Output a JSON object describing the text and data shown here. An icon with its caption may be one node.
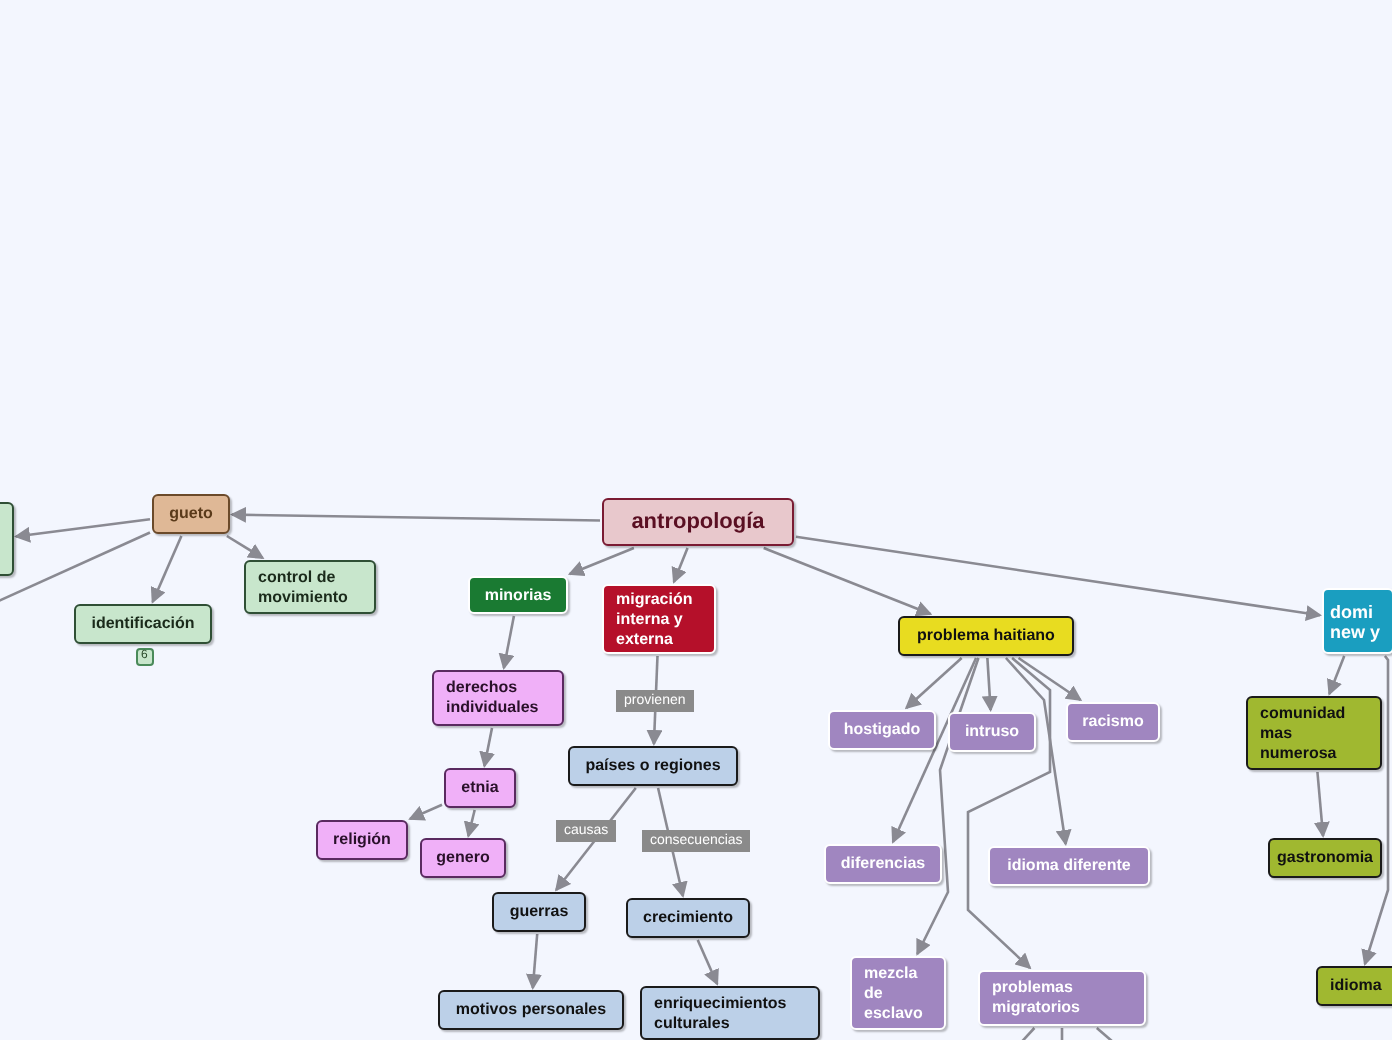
{
  "diagram": {
    "nodes": [
      {
        "text": [
          "antropología"
        ]
      },
      {
        "text": [
          "gueto"
        ]
      },
      {
        "text": [],
        "shape": "box"
      },
      {
        "text": [
          "identificación"
        ],
        "beside": [
          "6"
        ]
      },
      {
        "text": [
          "control de movimiento"
        ]
      },
      {
        "text": [
          "minorias"
        ]
      },
      {
        "text": [
          "migración interna y externa"
        ]
      },
      {
        "text": [
          "derechos individuales"
        ]
      },
      {
        "text": [
          "etnia"
        ]
      },
      {
        "text": [
          "religión"
        ]
      },
      {
        "text": [
          "genero"
        ]
      },
      {
        "text": [
          "países o regiones"
        ]
      },
      {
        "text": [
          "guerras"
        ]
      },
      {
        "text": [
          "crecimiento"
        ]
      },
      {
        "text": [
          "motivos personales"
        ]
      },
      {
        "text": [
          "enriquecimientos culturales"
        ]
      },
      {
        "text": [
          "problema haitiano"
        ]
      },
      {
        "text": [
          "hostigado"
        ]
      },
      {
        "text": [
          "intruso"
        ]
      },
      {
        "text": [
          "racismo"
        ]
      },
      {
        "text": [
          "diferencias"
        ]
      },
      {
        "text": [
          "idioma diferente"
        ]
      },
      {
        "text": [
          "mezcla de esclavo"
        ]
      },
      {
        "text": [
          "problemas migratorios"
        ]
      },
      {
        "text": [
          "domi new y"
        ]
      },
      {
        "text": [
          "comunidad mas numerosa"
        ]
      },
      {
        "text": [
          "gastronomia"
        ]
      },
      {
        "text": [
          "idioma"
        ]
      }
    ],
    "edges": [
      {
        "from": 0,
        "to": 1,
        "arrow": "to"
      },
      {
        "from": 1,
        "to": 2,
        "arrow": "to"
      },
      {
        "from": 1,
        "to": null,
        "arrow": "none"
      },
      {
        "from": 1,
        "to": 3,
        "arrow": "to"
      },
      {
        "from": 1,
        "to": 4,
        "arrow": "to"
      },
      {
        "from": 0,
        "to": 5,
        "arrow": "to"
      },
      {
        "from": 0,
        "to": 6,
        "arrow": "to"
      },
      {
        "from": 0,
        "to": 16,
        "arrow": "to"
      },
      {
        "from": 0,
        "to": 24,
        "arrow": "to"
      },
      {
        "from": 5,
        "to": 7,
        "arrow": "to"
      },
      {
        "from": 7,
        "to": 8,
        "arrow": "to"
      },
      {
        "from": 8,
        "to": 9,
        "arrow": "to"
      },
      {
        "from": 8,
        "to": 10,
        "arrow": "to"
      },
      {
        "from": 6,
        "to": 11,
        "arrow": "to",
        "label": "provienen"
      },
      {
        "from": 11,
        "to": 12,
        "arrow": "to",
        "label": "causas"
      },
      {
        "from": 11,
        "to": 13,
        "arrow": "to",
        "label": "consecuencias"
      },
      {
        "from": 12,
        "to": 14,
        "arrow": "to"
      },
      {
        "from": 13,
        "to": 15,
        "arrow": "to"
      },
      {
        "from": 16,
        "to": 17,
        "arrow": "to"
      },
      {
        "from": 16,
        "to": 18,
        "arrow": "to"
      },
      {
        "from": 16,
        "to": 19,
        "arrow": "to"
      },
      {
        "from": 16,
        "to": 20,
        "arrow": "to"
      },
      {
        "from": 16,
        "to": 21,
        "arrow": "to"
      },
      {
        "from": 16,
        "to": 22,
        "arrow": "to"
      },
      {
        "from": 16,
        "to": 23,
        "arrow": "to"
      },
      {
        "from": 23,
        "to": null,
        "arrow": "none"
      },
      {
        "from": 23,
        "to": null,
        "arrow": "none"
      },
      {
        "from": 23,
        "to": null,
        "arrow": "none"
      },
      {
        "from": 24,
        "to": 25,
        "arrow": "to"
      },
      {
        "from": 25,
        "to": 26,
        "arrow": "to"
      },
      {
        "from": 24,
        "to": 27,
        "arrow": "to"
      }
    ]
  }
}
